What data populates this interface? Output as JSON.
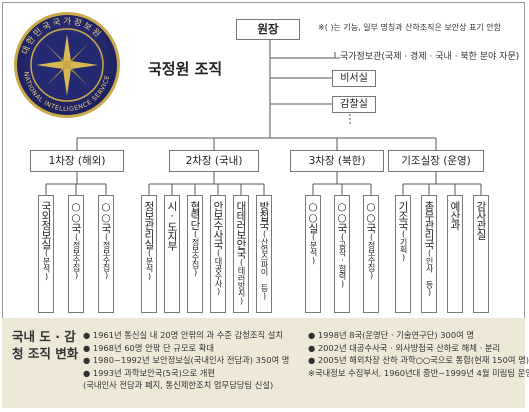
{
  "seal": {
    "text": "대한민국국가정보원 · NATIONAL INTELLIGENCE SERVICE"
  },
  "title": "국정원 조직",
  "top": {
    "director": "원장",
    "note": "※( )는 기능, 일부 명칭과 산하조직은 보안상 표기 안함",
    "adviser": "국가정보관(국제 · 경제 · 국내 · 북한 분야 자문)",
    "secretary": "비서실",
    "inspection": "감찰실",
    "more": "⋮"
  },
  "deputies": [
    {
      "label": "1차장 (해외)",
      "units": [
        {
          "main": "국외정보실",
          "sub": "(분석)"
        },
        {
          "main": "○○국",
          "sub": "(정보수집)"
        },
        {
          "main": "○○국",
          "sub": "(정보수집)"
        }
      ]
    },
    {
      "label": "2차장 (국내)",
      "units": [
        {
          "main": "정보관리실",
          "sub": "(분석)"
        },
        {
          "main": "시·도지부",
          "sub": ""
        },
        {
          "main": "협력단",
          "sub": "(정보수집)"
        },
        {
          "main": "안보수사국",
          "sub": "(대공수사)"
        },
        {
          "main": "대테러보안국",
          "sub": "(테러방지)"
        },
        {
          "main": "방첩국",
          "sub": "(산업스파이 등)"
        }
      ]
    },
    {
      "label": "3차장 (북한)",
      "units": [
        {
          "main": "○○실",
          "sub": "(분석)"
        },
        {
          "main": "○○국",
          "sub": "(공작·협력)"
        },
        {
          "main": "○○국",
          "sub": "(정보수집)"
        }
      ]
    },
    {
      "label": "기조실장 (운영)",
      "units": [
        {
          "main": "기조국",
          "sub": "(기획)"
        },
        {
          "main": "총무관리국",
          "sub": "(인사 등)"
        },
        {
          "main": "예산과",
          "sub": ""
        },
        {
          "main": "감사관실",
          "sub": ""
        }
      ]
    }
  ],
  "history": {
    "title": "국내 도 · 감청 조직 변화",
    "left": [
      "● 1961년 통신실 내 20명 안팎의 과 수준 감청조직 설치",
      "● 1968년 60명 안팎 단 규모로 확대",
      "● 1980~1992년 보안정보실(국내인사 전담과) 350여 명",
      "● 1993년 과학보안국(5국)으로 개편",
      "   (국내인사 전담과 폐지, 통신제한조치 업무담당팀 신설)"
    ],
    "right": [
      "● 1998년 8국(운영단 · 기술연구단) 300여 명",
      "● 2002년 대공수사국 · 외사방첩국 산하로 해체 · 분리",
      "● 2005년 해외차장 산하 과학○○국으로 통합(현재 150여 명)",
      "※국내정보 수집부서, 1960년대 중반~1999년 4월 미림팀 운영"
    ]
  }
}
